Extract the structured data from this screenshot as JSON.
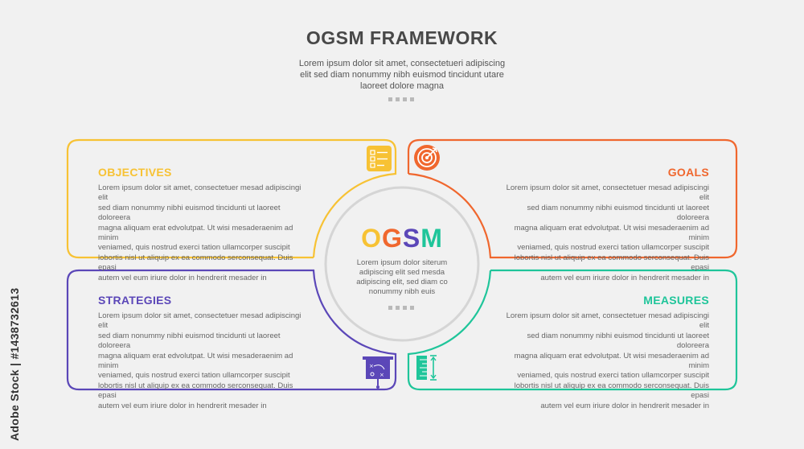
{
  "header": {
    "title": "OGSM FRAMEWORK",
    "subtitle_lines": [
      "Lorem ipsum dolor sit amet, consectetueri adipiscing",
      "elit sed diam nonummy nibh euismod tincidunt utare",
      "laoreet dolore magna"
    ]
  },
  "center": {
    "letters": [
      "O",
      "G",
      "S",
      "M"
    ],
    "body_lines": [
      "Lorem ipsum dolor siterum",
      "adipiscing elit sed mesda",
      "adipiscing elit, sed diam co",
      "nonummy nibh euis"
    ]
  },
  "quadrants": {
    "objectives": {
      "title": "OBJECTIVES",
      "icon": "checklist-icon",
      "color": "#f7c234",
      "lines": [
        "Lorem ipsum dolor sit amet, consectetuer mesad adipiscingi elit",
        "sed diam nonummy nibhi euismod tincidunti ut laoreet doloreera",
        "magna aliquam erat edvolutpat. Ut wisi mesaderaenim ad minim",
        "veniamed, quis nostrud exerci tation ullamcorper suscipit",
        "lobortis nisl ut aliquip ex ea commodo serconsequat. Duis epasi",
        "autem vel eum iriure dolor in hendrerit mesader in"
      ]
    },
    "goals": {
      "title": "GOALS",
      "icon": "target-icon",
      "color": "#f0672e",
      "lines": [
        "Lorem ipsum dolor sit amet, consectetuer mesad adipiscingi elit",
        "sed diam nonummy nibhi euismod tincidunti ut laoreet doloreera",
        "magna aliquam erat edvolutpat. Ut wisi mesaderaenim ad minim",
        "veniamed, quis nostrud exerci tation ullamcorper suscipit",
        "lobortis nisl ut aliquip ex ea commodo serconsequat. Duis epasi",
        "autem vel eum iriure dolor in hendrerit mesader in"
      ]
    },
    "strategies": {
      "title": "STRATEGIES",
      "icon": "strategy-board-icon",
      "color": "#5b47b8",
      "lines": [
        "Lorem ipsum dolor sit amet, consectetuer mesad adipiscingi elit",
        "sed diam nonummy nibhi euismod tincidunti ut laoreet doloreera",
        "magna aliquam erat edvolutpat. Ut wisi mesaderaenim ad minim",
        "veniamed, quis nostrud exerci tation ullamcorper suscipit",
        "lobortis nisl ut aliquip ex ea commodo serconsequat. Duis epasi",
        "autem vel eum iriure dolor in hendrerit mesader in"
      ]
    },
    "measures": {
      "title": "MEASURES",
      "icon": "ruler-icon",
      "color": "#1fc59a",
      "lines": [
        "Lorem ipsum dolor sit amet, consectetuer mesad adipiscingi elit",
        "sed diam nonummy nibhi euismod tincidunti ut laoreet doloreera",
        "magna aliquam erat edvolutpat. Ut wisi mesaderaenim ad minim",
        "veniamed, quis nostrud exerci tation ullamcorper suscipit",
        "lobortis nisl ut aliquip ex ea commodo serconsequat. Duis epasi",
        "autem vel eum iriure dolor in hendrerit mesader in"
      ]
    }
  },
  "watermark": {
    "text": "Adobe Stock | #1438732613"
  },
  "colors": {
    "circle": "#d5d5d5",
    "dots": "#b9b9b9",
    "title": "#484848"
  }
}
